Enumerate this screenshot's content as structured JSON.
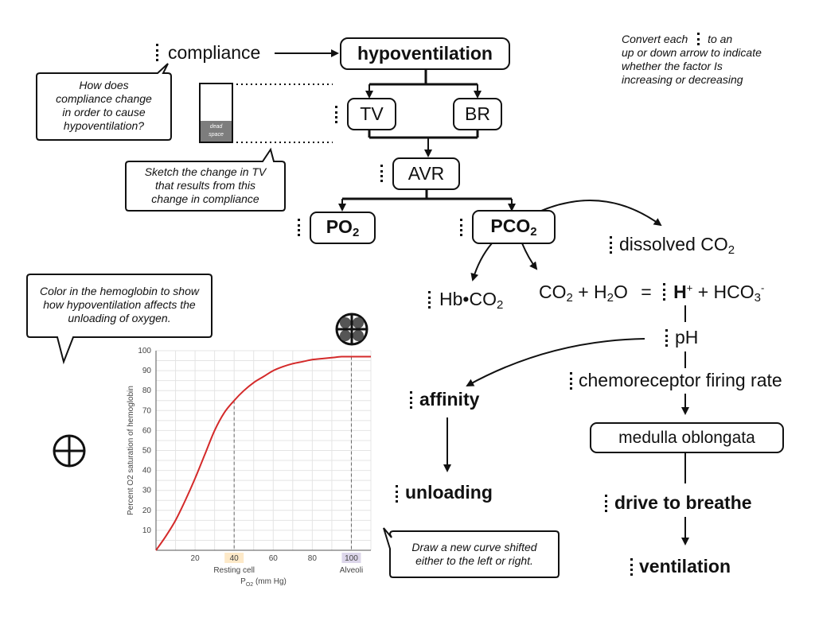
{
  "instruction": [
    "Convert each",
    "to an",
    "up or down arrow to indicate",
    "whether the factor Is",
    "increasing or decreasing"
  ],
  "nodes": {
    "compliance": "compliance",
    "hypoventilation": "hypoventilation",
    "tv": "TV",
    "br": "BR",
    "avr": "AVR",
    "po2": "PO",
    "pco2": "PCO",
    "sub2": "2",
    "dissolved": "dissolved CO",
    "hbco2_a": "Hb•CO",
    "eq_co2": "CO",
    "eq_plus_h2o": " + H",
    "eq_o": "O",
    "eq_equals": "=",
    "eq_h": "H",
    "eq_plus_sup": "+",
    "eq_plus_hco3": " + HCO",
    "eq_3": "3",
    "eq_minus": "-",
    "ph": "pH",
    "chemoreceptor": "chemoreceptor firing rate",
    "medulla": "medulla oblongata",
    "drive": "drive to breathe",
    "ventilation": "ventilation",
    "affinity": "affinity",
    "unloading": "unloading"
  },
  "bubbles": {
    "compliance_q": [
      "How does",
      "compliance change",
      "in order to cause",
      "hypoventilation?"
    ],
    "sketch_tv": [
      "Sketch the change in TV",
      "that results from this",
      "change in compliance"
    ],
    "color_hb": [
      "Color in the hemoglobin to show",
      "how hypoventilation affects the",
      "unloading of oxygen."
    ],
    "draw_curve": [
      "Draw a new curve shifted",
      "either to the left or right."
    ]
  },
  "lung_box": {
    "dead_space": [
      "dead",
      "space"
    ]
  },
  "chart_data": {
    "type": "line",
    "xlabel": "PO2 (mm Hg)",
    "xlabel_main": "P",
    "xlabel_sub": "O2",
    "xlabel_rest": "(mm Hg)",
    "ylabel": "Percent O2 saturation of hemoglobin",
    "xlim": [
      0,
      110
    ],
    "ylim": [
      0,
      100
    ],
    "xticks": [
      20,
      40,
      60,
      80,
      100
    ],
    "yticks": [
      10,
      20,
      30,
      40,
      50,
      60,
      70,
      80,
      90,
      100
    ],
    "tick_highlights": [
      {
        "x": 40,
        "label": "Resting cell",
        "color": "#fde9c8"
      },
      {
        "x": 100,
        "label": "Alveoli",
        "color": "#dcd6ea"
      }
    ],
    "reference_lines": [
      40,
      100
    ],
    "curve_color": "#d42a2a",
    "grid": true,
    "series": [
      {
        "x": [
          0,
          5,
          10,
          15,
          20,
          25,
          30,
          35,
          40,
          45,
          50,
          55,
          60,
          65,
          70,
          75,
          80,
          85,
          90,
          95,
          100,
          110
        ],
        "values": [
          0,
          7,
          15,
          25,
          36,
          48,
          60,
          69,
          75,
          80,
          84,
          87,
          90,
          92,
          93.5,
          94.5,
          95.5,
          96,
          96.5,
          97,
          97,
          97
        ]
      }
    ]
  }
}
